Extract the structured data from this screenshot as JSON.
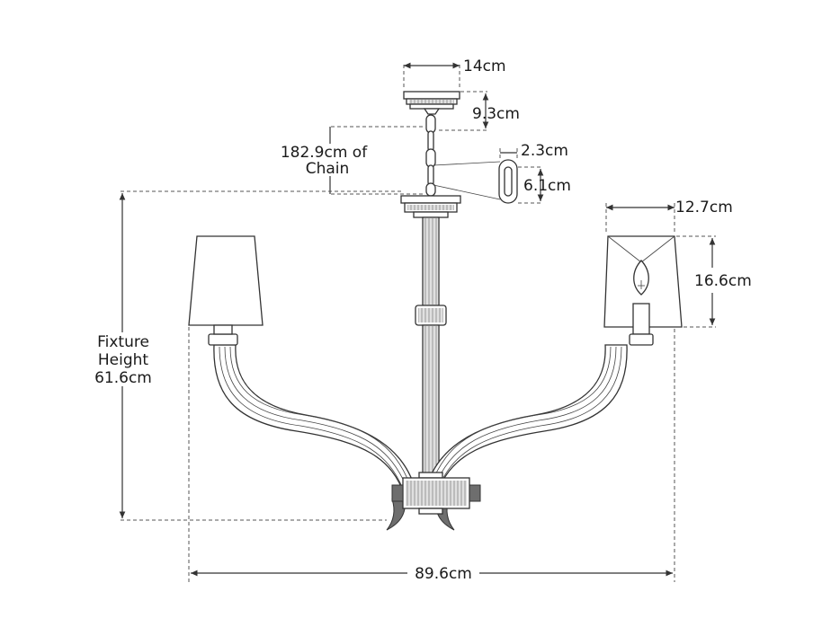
{
  "dimensions": {
    "canopy_width": "14cm",
    "canopy_height": "9.3cm",
    "chain_length_line1": "182.9cm of",
    "chain_length_line2": "Chain",
    "link_width": "2.3cm",
    "link_height": "6.1cm",
    "shade_width": "12.7cm",
    "shade_height": "16.6cm",
    "fixture_height_line1": "Fixture",
    "fixture_height_line2": "Height",
    "fixture_height_line3": "61.6cm",
    "overall_width": "89.6cm"
  }
}
